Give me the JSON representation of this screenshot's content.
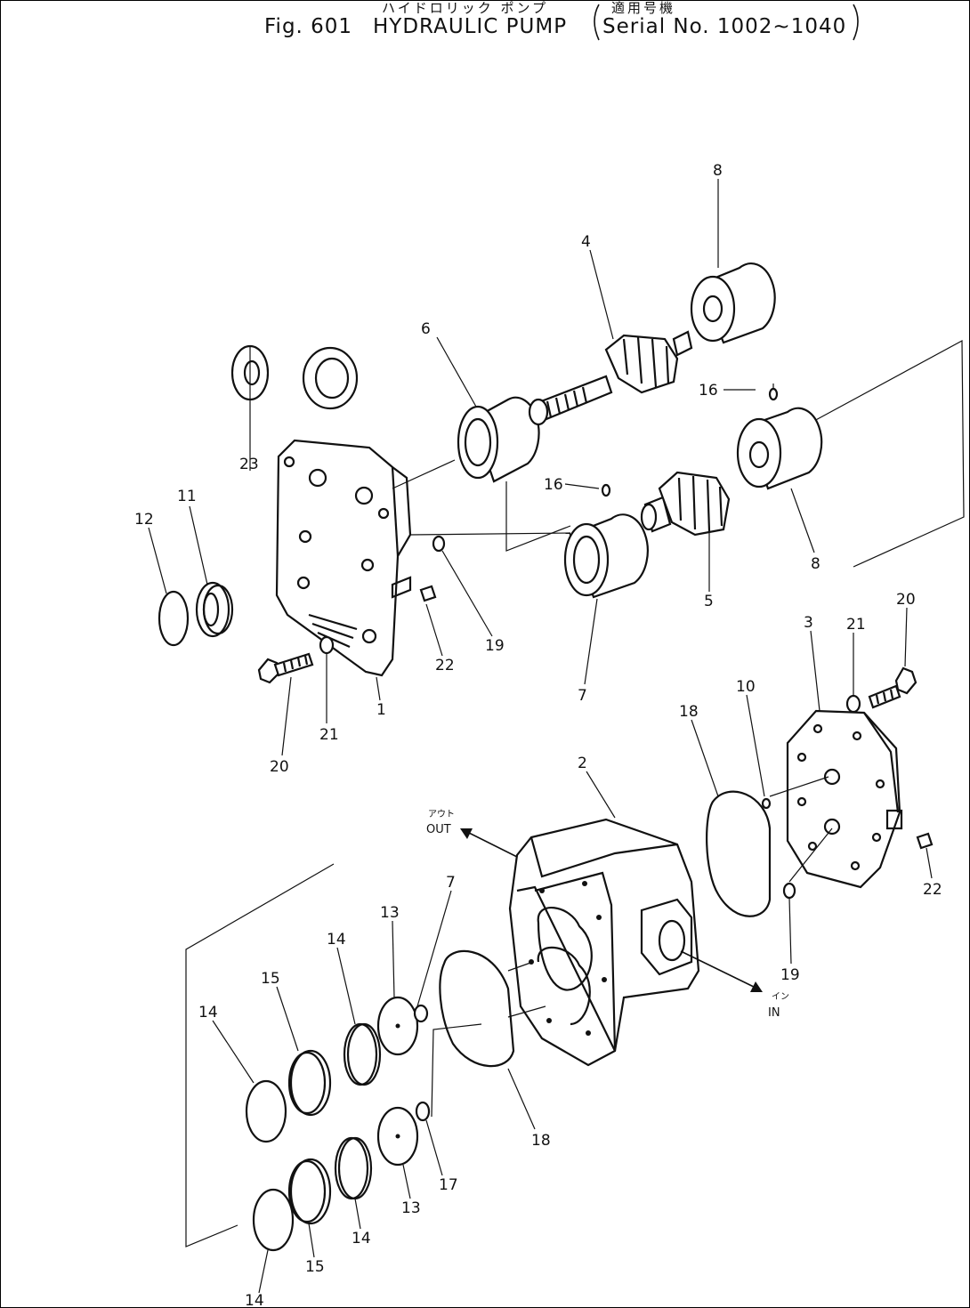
{
  "header": {
    "subtitle_ja": "ハイドロリック ポンプ",
    "fig_label": "Fig. 601",
    "title": "HYDRAULIC PUMP",
    "serial_ja": "適用号機",
    "serial_text": "Serial No. 1002~1040"
  },
  "ports": {
    "out_ja": "アウト",
    "out": "OUT",
    "in_ja": "イン",
    "in": "IN"
  },
  "callouts": {
    "c1": "1",
    "c2": "2",
    "c3": "3",
    "c4": "4",
    "c5": "5",
    "c6": "6",
    "c7a": "7",
    "c7b": "7",
    "c8a": "8",
    "c8b": "8",
    "c10": "10",
    "c11": "11",
    "c12": "12",
    "c13a": "13",
    "c13b": "13",
    "c14a": "14",
    "c14b": "14",
    "c14c": "14",
    "c14d": "14",
    "c15a": "15",
    "c15b": "15",
    "c16a": "16",
    "c16b": "16",
    "c17": "17",
    "c18a": "18",
    "c18b": "18",
    "c19a": "19",
    "c19b": "19",
    "c20a": "20",
    "c20b": "20",
    "c21a": "21",
    "c21b": "21",
    "c22a": "22",
    "c22b": "22",
    "c23": "23"
  }
}
